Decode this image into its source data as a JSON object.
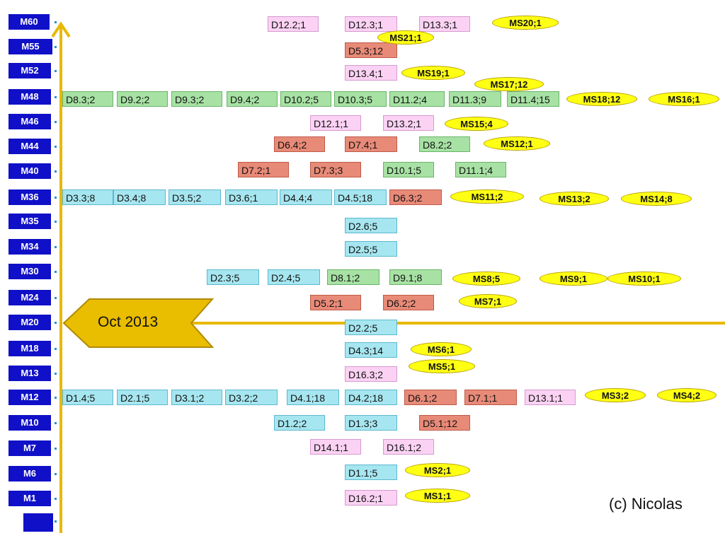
{
  "months": [
    "M60",
    "M55",
    "M52",
    "M48",
    "M46",
    "M44",
    "M40",
    "M36",
    "M35",
    "M34",
    "M30",
    "M24",
    "M20",
    "M18",
    "M13",
    "M12",
    "M10",
    "M7",
    "M6",
    "M1",
    ""
  ],
  "now_marker": "Oct 2013",
  "copyright": "(c) Nicolas",
  "deliverables": [
    {
      "t": "D12.2;1",
      "c": "pink"
    },
    {
      "t": "D12.3;1",
      "c": "pink"
    },
    {
      "t": "D13.3;1",
      "c": "pink"
    },
    {
      "t": "D5.3;12",
      "c": "red"
    },
    {
      "t": "D13.4;1",
      "c": "pink"
    },
    {
      "t": "D8.3;2",
      "c": "green"
    },
    {
      "t": "D9.2;2",
      "c": "green"
    },
    {
      "t": "D9.3;2",
      "c": "green"
    },
    {
      "t": "D9.4;2",
      "c": "green"
    },
    {
      "t": "D10.2;5",
      "c": "green"
    },
    {
      "t": "D10.3;5",
      "c": "green"
    },
    {
      "t": "D11.2;4",
      "c": "green"
    },
    {
      "t": "D11.3;9",
      "c": "green"
    },
    {
      "t": "D11.4;15",
      "c": "green"
    },
    {
      "t": "D12.1;1",
      "c": "pink"
    },
    {
      "t": "D13.2;1",
      "c": "pink"
    },
    {
      "t": "D6.4;2",
      "c": "red"
    },
    {
      "t": "D7.4;1",
      "c": "red"
    },
    {
      "t": "D8.2;2",
      "c": "green"
    },
    {
      "t": "D7.2;1",
      "c": "red"
    },
    {
      "t": "D7.3;3",
      "c": "red"
    },
    {
      "t": "D10.1;5",
      "c": "green"
    },
    {
      "t": "D11.1;4",
      "c": "green"
    },
    {
      "t": "D3.3;8",
      "c": "cyan"
    },
    {
      "t": "D3.4;8",
      "c": "cyan"
    },
    {
      "t": "D3.5;2",
      "c": "cyan"
    },
    {
      "t": "D3.6;1",
      "c": "cyan"
    },
    {
      "t": "D4.4;4",
      "c": "cyan"
    },
    {
      "t": "D4.5;18",
      "c": "cyan"
    },
    {
      "t": "D6.3;2",
      "c": "red"
    },
    {
      "t": "D2.6;5",
      "c": "cyan"
    },
    {
      "t": "D2.5;5",
      "c": "cyan"
    },
    {
      "t": "D2.3;5",
      "c": "cyan"
    },
    {
      "t": "D2.4;5",
      "c": "cyan"
    },
    {
      "t": "D8.1;2",
      "c": "green"
    },
    {
      "t": "D9.1;8",
      "c": "green"
    },
    {
      "t": "D5.2;1",
      "c": "red"
    },
    {
      "t": "D6.2;2",
      "c": "red"
    },
    {
      "t": "D2.2;5",
      "c": "cyan"
    },
    {
      "t": "D4.3;14",
      "c": "cyan"
    },
    {
      "t": "D16.3;2",
      "c": "pink"
    },
    {
      "t": "D1.4;5",
      "c": "cyan"
    },
    {
      "t": "D2.1;5",
      "c": "cyan"
    },
    {
      "t": "D3.1;2",
      "c": "cyan"
    },
    {
      "t": "D3.2;2",
      "c": "cyan"
    },
    {
      "t": "D4.1;18",
      "c": "cyan"
    },
    {
      "t": "D4.2;18",
      "c": "cyan"
    },
    {
      "t": "D6.1;2",
      "c": "red"
    },
    {
      "t": "D7.1;1",
      "c": "red"
    },
    {
      "t": "D13.1;1",
      "c": "pink"
    },
    {
      "t": "D1.2;2",
      "c": "cyan"
    },
    {
      "t": "D1.3;3",
      "c": "cyan"
    },
    {
      "t": "D5.1;12",
      "c": "red"
    },
    {
      "t": "D14.1;1",
      "c": "pink"
    },
    {
      "t": "D16.1;2",
      "c": "pink"
    },
    {
      "t": "D1.1;5",
      "c": "cyan"
    },
    {
      "t": "D16.2;1",
      "c": "pink"
    }
  ],
  "milestones": [
    "MS20;1",
    "MS21;1",
    "MS19;1",
    "MS17;12",
    "MS18;12",
    "MS16;1",
    "MS15;4",
    "MS12;1",
    "MS11;2",
    "MS13;2",
    "MS14;8",
    "MS8;5",
    "MS9;1",
    "MS10;1",
    "MS7;1",
    "MS6;1",
    "MS5;1",
    "MS3;2",
    "MS4;2",
    "MS2;1",
    "MS1;1"
  ],
  "colors": {
    "cyan": "#a6e6f0",
    "pink": "#fbd2f3",
    "red": "#e88a78",
    "green": "#a7e2a4",
    "milestone": "#ffff14",
    "axis": "#e8b800",
    "month": "#1010c8"
  }
}
